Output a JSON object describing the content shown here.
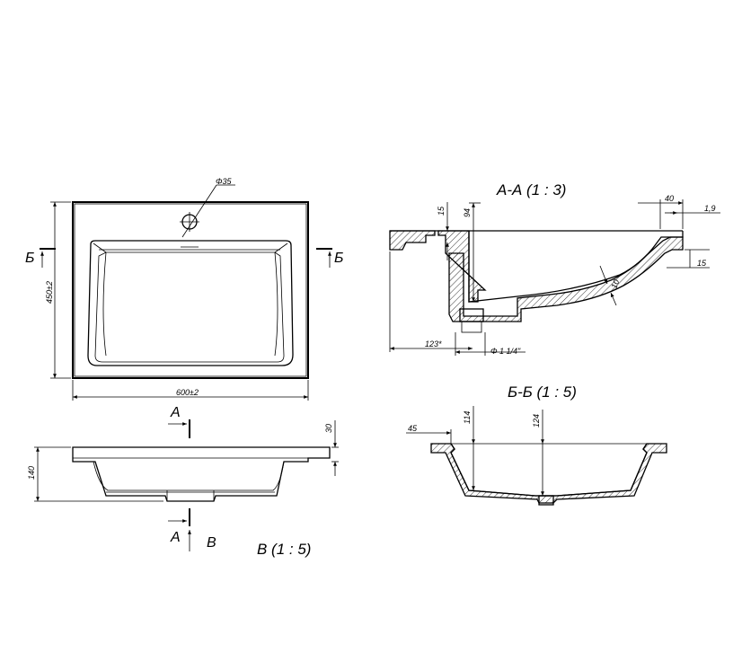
{
  "top_view": {
    "width_dim": "600±2",
    "depth_dim": "450±2",
    "hole_dim": "Φ35",
    "section_mark_left": "Б",
    "section_mark_right": "Б"
  },
  "front_view": {
    "height_dim": "140",
    "rim_dim": "30",
    "section_mark_top": "А",
    "section_mark_bottom": "А",
    "view_letter": "В",
    "scale_title": "В (1 : 5)"
  },
  "section_aa": {
    "title": "А-А (1 : 3)",
    "dim_15_top": "15",
    "dim_94": "94",
    "dim_40": "40",
    "dim_1_9": "1,9",
    "dim_15_right": "15",
    "dim_10": "10",
    "dim_123": "123*",
    "drain_dim": "Φ 1 1/4\""
  },
  "section_bb": {
    "title": "Б-Б (1 : 5)",
    "dim_45": "45",
    "dim_114": "114",
    "dim_124": "124"
  }
}
